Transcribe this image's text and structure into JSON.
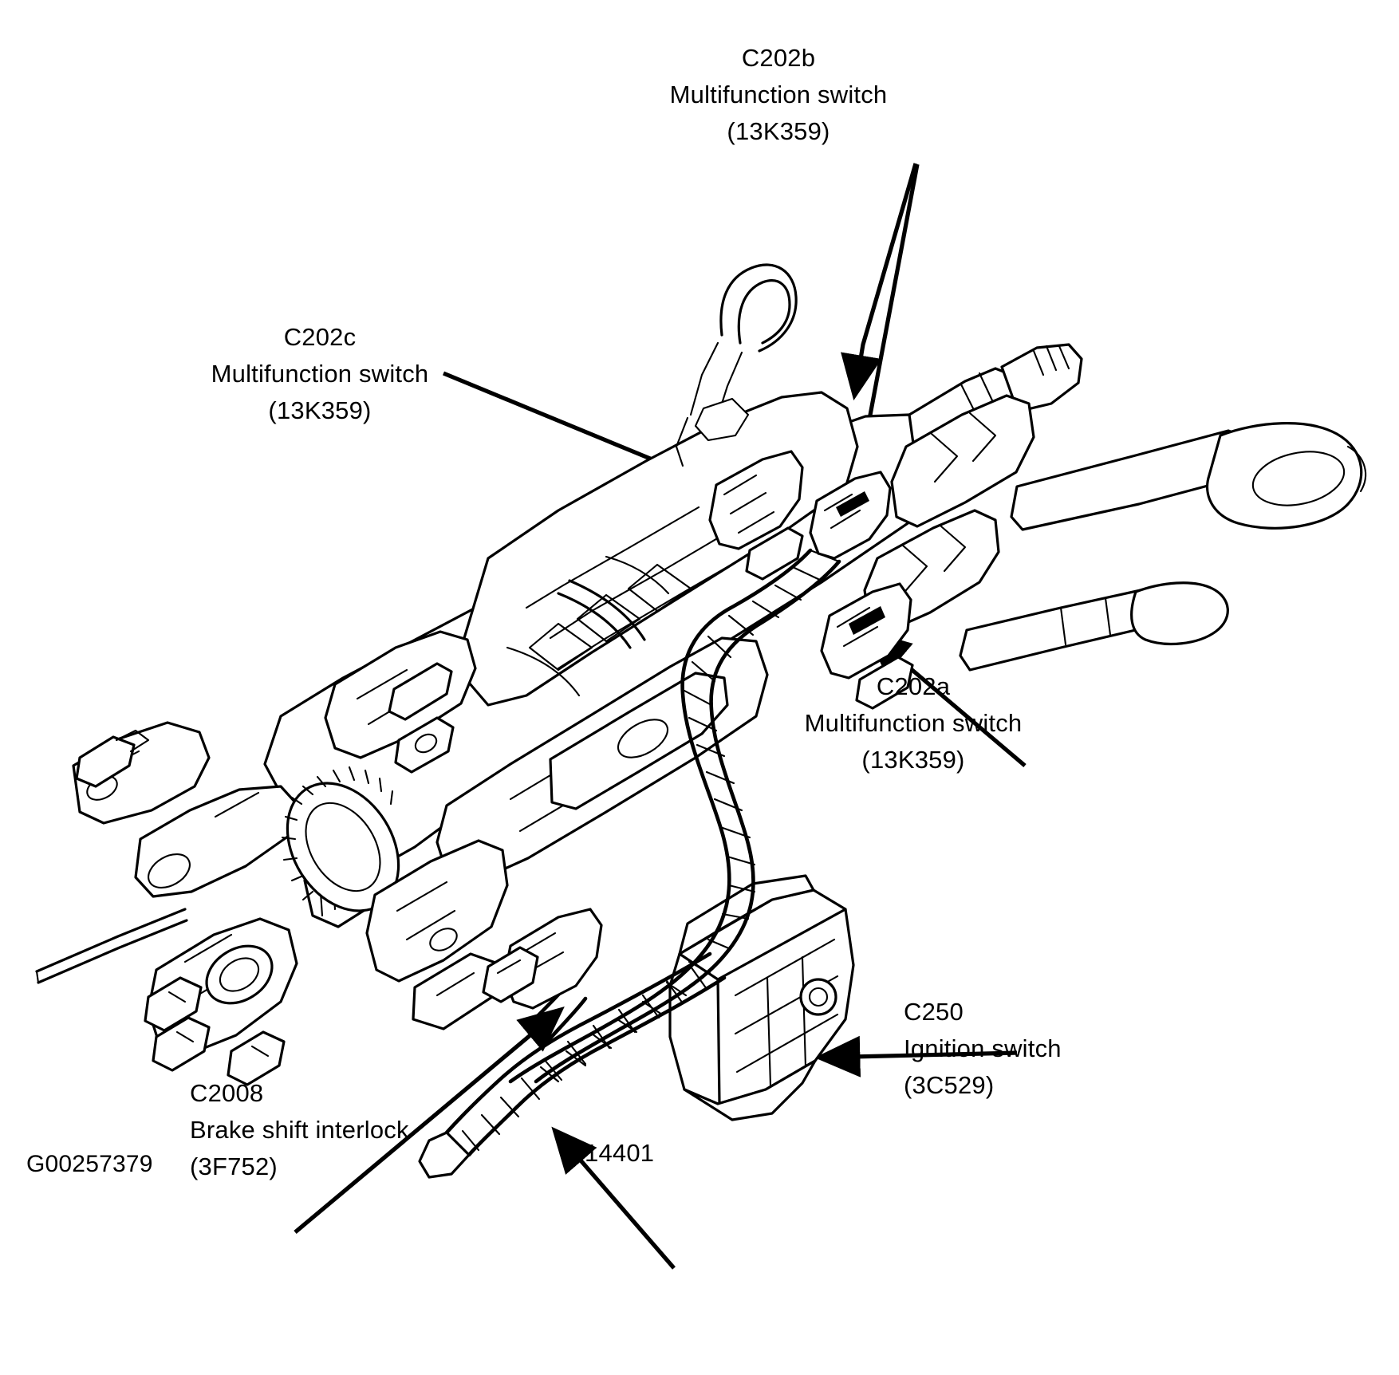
{
  "figure": {
    "id_code": "G00257379",
    "subject": "Steering column assembly with electrical connectors",
    "background_color": "#ffffff",
    "line_color": "#000000"
  },
  "callouts": [
    {
      "key": "c202b",
      "name": "callout-c202b",
      "connector_id": "C202b",
      "component": "Multifunction switch",
      "part_number": "(13K359)",
      "align": "center"
    },
    {
      "key": "c202c",
      "name": "callout-c202c",
      "connector_id": "C202c",
      "component": "Multifunction switch",
      "part_number": "(13K359)",
      "align": "center"
    },
    {
      "key": "c202a",
      "name": "callout-c202a",
      "connector_id": "C202a",
      "component": "Multifunction switch",
      "part_number": "(13K359)",
      "align": "center"
    },
    {
      "key": "c250",
      "name": "callout-c250",
      "connector_id": "C250",
      "component": "Ignition switch",
      "part_number": "(3C529)",
      "align": "left"
    },
    {
      "key": "c2008",
      "name": "callout-c2008",
      "connector_id": "C2008",
      "component": "Brake shift interlock",
      "part_number": "(3F752)",
      "align": "left"
    },
    {
      "key": "harness",
      "name": "callout-14401",
      "connector_id": "14401",
      "component": "",
      "part_number": "",
      "align": "left"
    }
  ]
}
